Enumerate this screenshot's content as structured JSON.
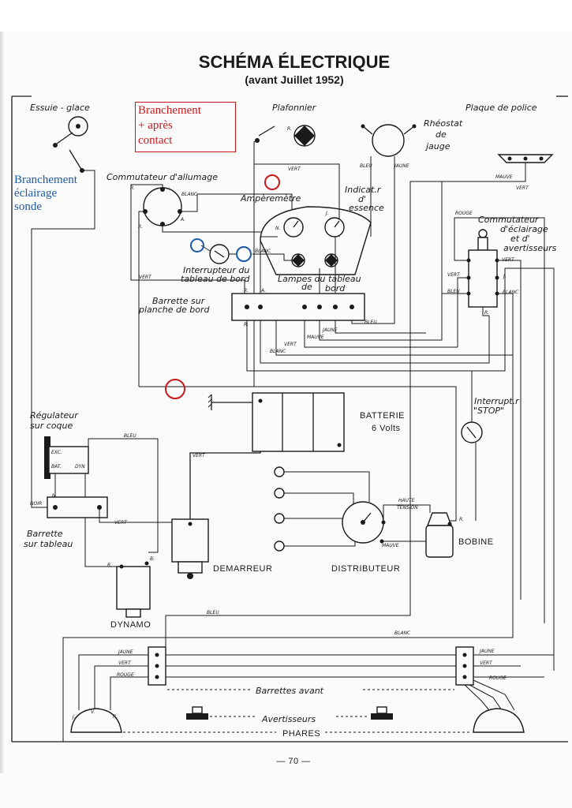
{
  "title": "SCHÉMA ÉLECTRIQUE",
  "subtitle": "(avant Juillet 1952)",
  "page_number": "— 70 —",
  "annotations": {
    "red_note": [
      "Branchement",
      "+ après",
      "contact"
    ],
    "blue_note": [
      "Branchement",
      "éclairage",
      "sonde"
    ],
    "red_color": "#c8191c",
    "blue_color": "#1c5aa8"
  },
  "components": {
    "essuie_glace": "Essuie - glace",
    "plafonnier": "Plafonnier",
    "plaque_police": "Plaque de police",
    "rheostat": [
      "Rhéostat",
      "de",
      "jauge"
    ],
    "commutateur_allumage": "Commutateur d'allumage",
    "amperemetre": "Ampèremètre",
    "indicateur_essence": [
      "Indicat.r",
      "d'",
      "essence"
    ],
    "interrupteur_tableau": [
      "Interrupteur du",
      "tableau de bord"
    ],
    "lampes_tableau": [
      "Lampes du tableau",
      "de",
      "bord"
    ],
    "barrette_planche": [
      "Barrette sur",
      "planche de bord"
    ],
    "commutateur_eclairage": [
      "Commutateur",
      "d'éclairage",
      "et d'",
      "avertisseurs"
    ],
    "regulateur": [
      "Régulateur",
      "sur coque"
    ],
    "barrette_tableau": [
      "Barrette",
      "sur tableau"
    ],
    "batterie": [
      "BATTERIE",
      "6 Volts"
    ],
    "interrupteur_stop": [
      "Interrupt.r",
      "\"STOP\""
    ],
    "demarreur": "DEMARREUR",
    "distributeur": "DISTRIBUTEUR",
    "bobine": "BOBINE",
    "dynamo": "DYNAMO",
    "barrettes_avant": "Barrettes avant",
    "avertisseurs": "Avertisseurs",
    "phares": "PHARES"
  },
  "wire_labels": {
    "vert": "VERT",
    "bleu": "BLEU",
    "jaune": "JAUNE",
    "blanc": "BLANC",
    "mauve": "MAUVE",
    "rouge": "ROUGE",
    "noir": "NOIR",
    "haute_tension": [
      "HAUTE",
      "TENSION"
    ]
  },
  "terminal_labels": {
    "r": "R.",
    "a": "A.",
    "j": "J.",
    "n": "N.",
    "v": "V.",
    "b": "B.",
    "exc": "EXC.",
    "bat": "BAT.",
    "dyn": "DYN"
  }
}
